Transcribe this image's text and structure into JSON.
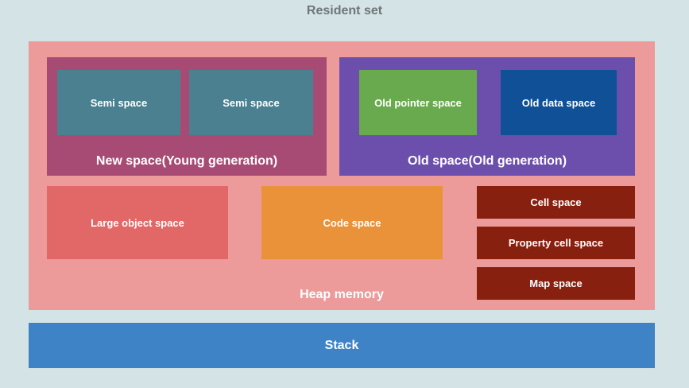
{
  "resident_set": {
    "label": "Resident set"
  },
  "heap": {
    "label": "Heap memory",
    "color": "#ec9a9a",
    "new_space": {
      "label": "New space(Young generation)",
      "color": "#a84b74",
      "semi_spaces": [
        "Semi space",
        "Semi space"
      ]
    },
    "old_space": {
      "label": "Old space(Old generation)",
      "color": "#6c4fad",
      "old_pointer": "Old pointer space",
      "old_data": "Old data space"
    },
    "large_object": "Large object space",
    "code": "Code space",
    "cell": "Cell space",
    "property_cell": "Property cell space",
    "map": "Map space"
  },
  "stack": {
    "label": "Stack",
    "color": "#3e83c6"
  }
}
